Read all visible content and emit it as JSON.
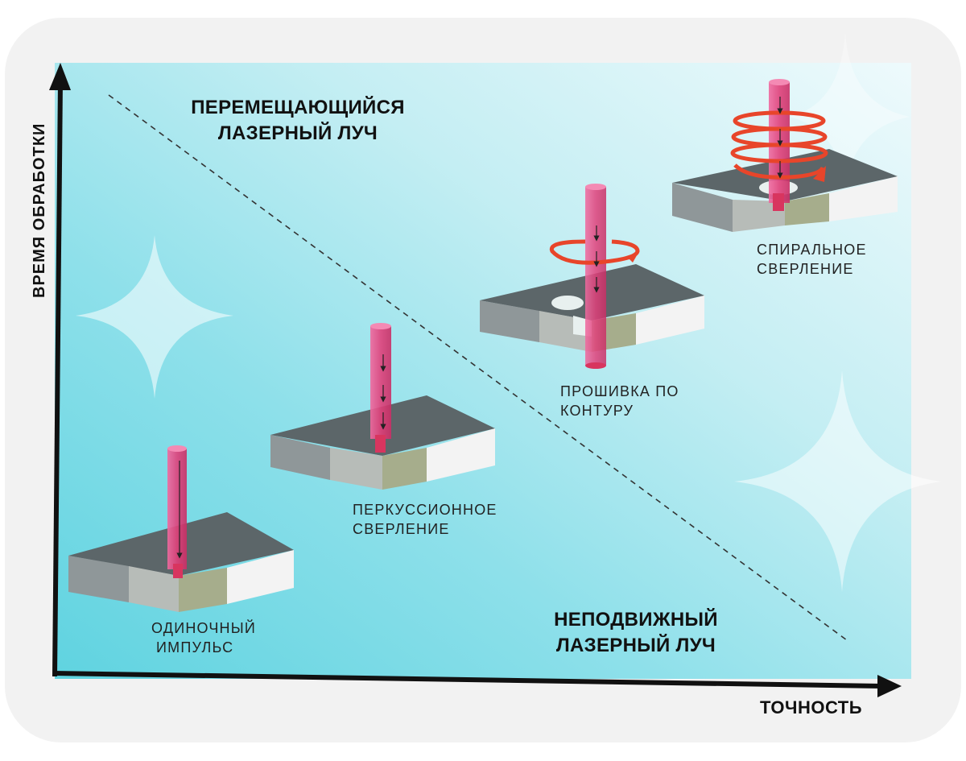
{
  "axes": {
    "y_label": "ВРЕМЯ ОБРАБОТКИ",
    "x_label": "ТОЧНОСТЬ"
  },
  "regions": {
    "moving_line1": "ПЕРЕМЕЩАЮЩИЙСЯ",
    "moving_line2": "ЛАЗЕРНЫЙ ЛУЧ",
    "fixed_line1": "НЕПОДВИЖНЫЙ",
    "fixed_line2": "ЛАЗЕРНЫЙ ЛУЧ"
  },
  "methods": [
    {
      "line1": "ОДИНОЧНЫЙ",
      "line2": "ИМПУЛЬС"
    },
    {
      "line1": "ПЕРКУССИОННОЕ",
      "line2": "СВЕРЛЕНИЕ"
    },
    {
      "line1": "ПРОШИВКА ПО",
      "line2": "КОНТУРУ"
    },
    {
      "line1": "СПИРАЛЬНОЕ",
      "line2": "СВЕРЛЕНИЕ"
    }
  ],
  "colors": {
    "beam": "#e0407a",
    "spiral": "#e8452a",
    "block_top": "#5c6669",
    "block_front": "#8f9799",
    "block_cut": "#a6ad8c"
  }
}
